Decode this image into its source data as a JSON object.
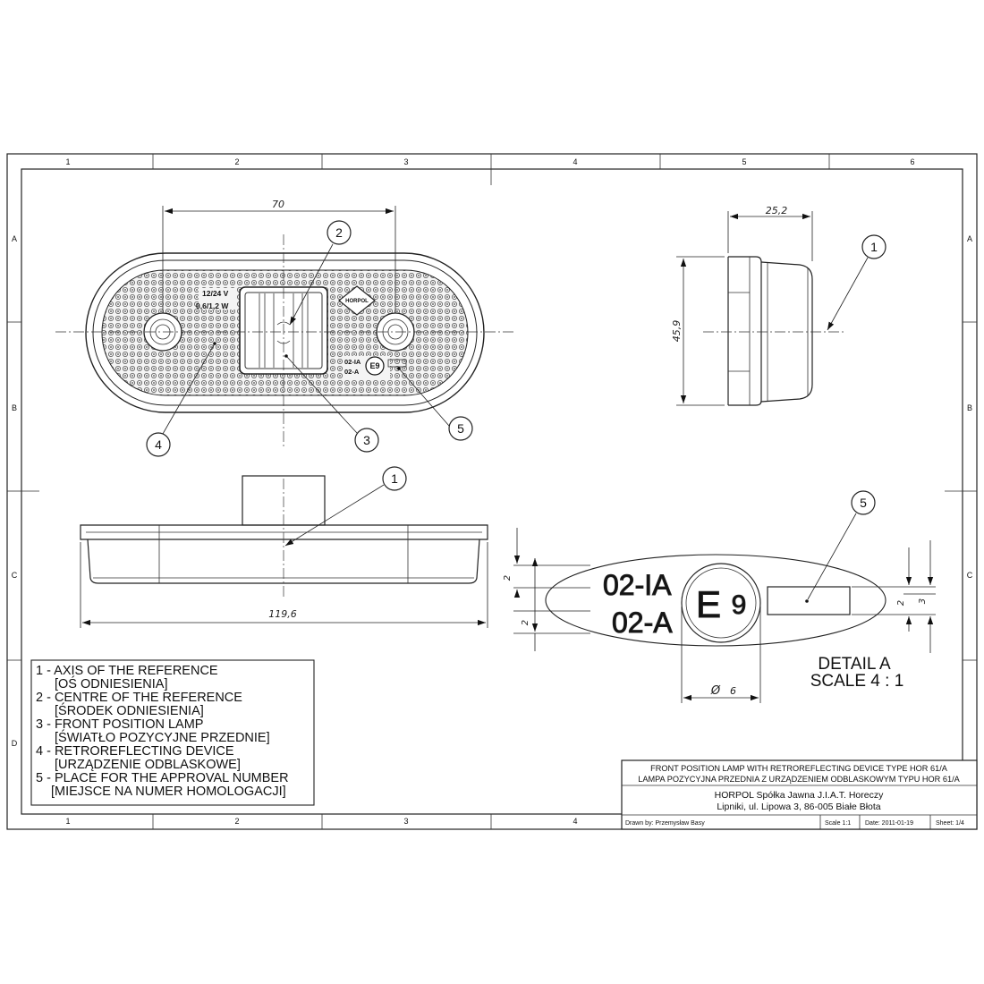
{
  "frame": {
    "columns": [
      "1",
      "2",
      "3",
      "4",
      "5",
      "6"
    ],
    "rows": [
      "A",
      "B",
      "C",
      "D"
    ]
  },
  "dimensions": {
    "width_70": "70",
    "depth_25_2": "25,2",
    "height_45_9": "45,9",
    "length_119_6": "119,6",
    "circle_d6": "6",
    "diameter_symbol": "Ø",
    "dim_2": "2",
    "dim_3": "3"
  },
  "lamp_marking": {
    "voltage": "12/24 V",
    "power": "0,6/1,2 W",
    "brand": "HORPOL",
    "code_top": "02-IA",
    "code_bottom": "02-A",
    "e_mark": "E9"
  },
  "balloons": [
    "1",
    "2",
    "3",
    "4",
    "5"
  ],
  "detail": {
    "title": "DETAIL A",
    "scale": "SCALE 4 : 1",
    "code_top": "02-IA",
    "code_bottom": "02-A",
    "e_letter": "E",
    "e_number": "9"
  },
  "legend": {
    "items": [
      {
        "en": "1 - AXIS OF THE REFERENCE",
        "pl": "[OŚ ODNIESIENIA]"
      },
      {
        "en": "2 - CENTRE OF THE REFERENCE",
        "pl": "[ŚRODEK ODNIESIENIA]"
      },
      {
        "en": "3 - FRONT POSITION LAMP",
        "pl": "[ŚWIATŁO POZYCYJNE PRZEDNIE]"
      },
      {
        "en": "4 - RETROREFLECTING DEVICE",
        "pl": "[URZĄDZENIE ODBLASKOWE]"
      },
      {
        "en": "5 - PLACE FOR THE APPROVAL NUMBER",
        "pl": "[MIEJSCE NA NUMER HOMOLOGACJI]"
      }
    ]
  },
  "title_block": {
    "title_en": "FRONT POSITION LAMP WITH RETROREFLECTING DEVICE TYPE HOR 61/A",
    "title_pl": "LAMPA POZYCYJNA PRZEDNIA Z URZĄDZENIEM ODBLASKOWYM TYPU HOR 61/A",
    "company": "HORPOL Spółka Jawna   J.I.A.T. Horeczy",
    "address": "Lipniki, ul. Lipowa 3, 86-005 Białe Błota",
    "drawn_by": "Drawn by:  Przemysław Basy",
    "scale": "Scale  1:1",
    "date": "Date: 2011-01-19",
    "sheet": "Sheet: 1/4"
  }
}
